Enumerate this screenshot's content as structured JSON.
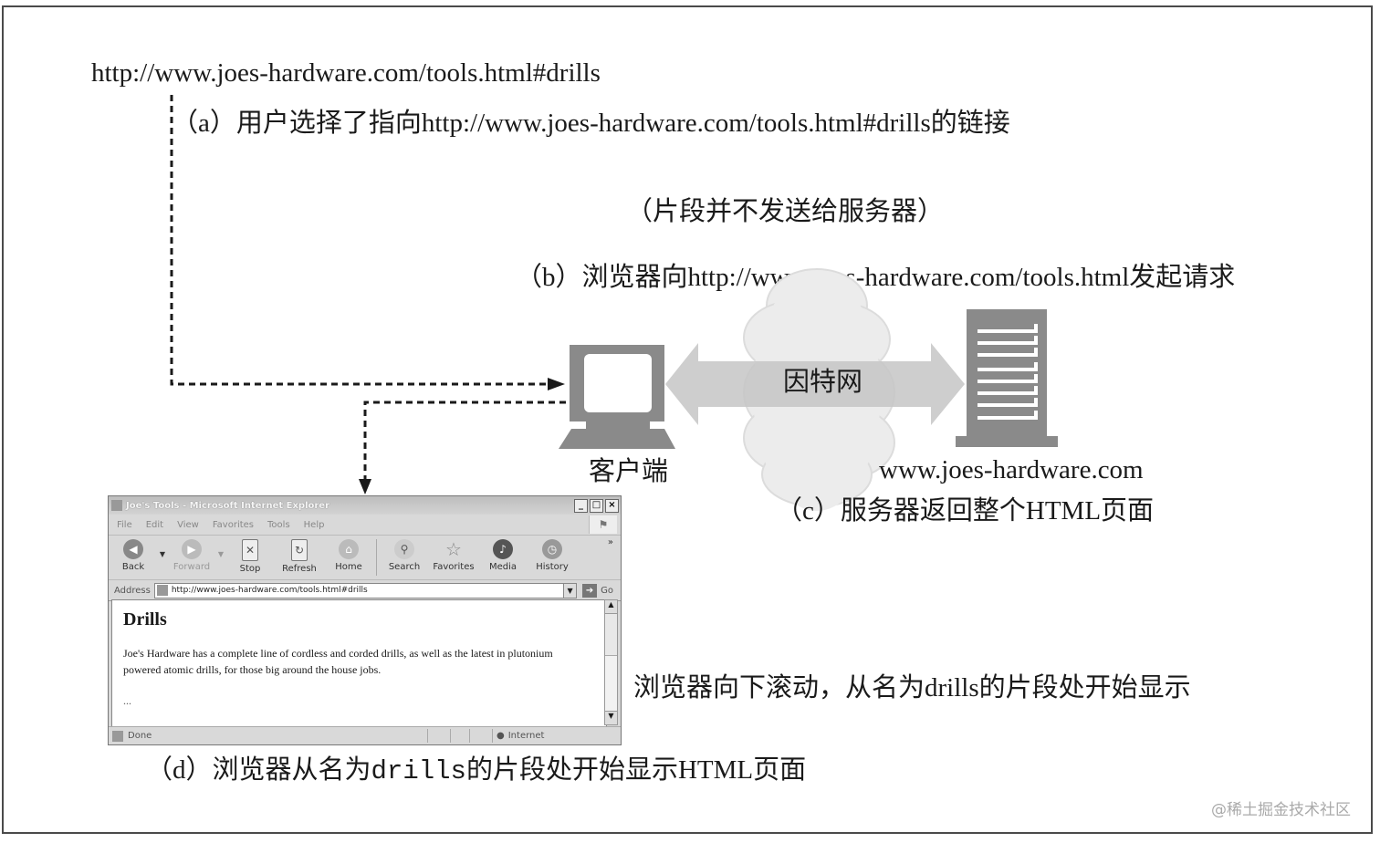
{
  "diagram": {
    "top_url": "http://www.joes-hardware.com/tools.html#drills",
    "step_a": "（a）用户选择了指向http://www.joes-hardware.com/tools.html#drills的链接",
    "fragment_note": "（片段并不发送给服务器）",
    "step_b": "（b）浏览器向http://www.joes-hardware.com/tools.html发起请求",
    "internet_label": "因特网",
    "client_label": "客户端",
    "server_label": "www.joes-hardware.com",
    "step_c": "（c）服务器返回整个HTML页面",
    "scroll_note": "浏览器向下滚动，从名为drills的片段处开始显示",
    "step_d_prefix": "（d）浏览器从名为",
    "step_d_code": "drills",
    "step_d_suffix": "的片段处开始显示HTML页面",
    "watermark": "@稀土掘金技术社区",
    "colors": {
      "icon_gray": "#8a8a8a",
      "arrow_gray": "#c6c6c6",
      "cloud": "#ececec",
      "dashed": "#1a1a1a"
    }
  },
  "browser": {
    "title": "Joe's Tools - Microsoft Internet Explorer",
    "window_buttons": [
      "_",
      "□",
      "×"
    ],
    "menu": [
      "File",
      "Edit",
      "View",
      "Favorites",
      "Tools",
      "Help"
    ],
    "toolbar": [
      {
        "label": "Back",
        "icon": "back-arrow-icon"
      },
      {
        "label": "Forward",
        "icon": "forward-arrow-icon"
      },
      {
        "label": "Stop",
        "icon": "stop-icon"
      },
      {
        "label": "Refresh",
        "icon": "refresh-icon"
      },
      {
        "label": "Home",
        "icon": "home-icon"
      },
      {
        "label": "Search",
        "icon": "search-icon"
      },
      {
        "label": "Favorites",
        "icon": "star-icon"
      },
      {
        "label": "Media",
        "icon": "media-icon"
      },
      {
        "label": "History",
        "icon": "history-icon"
      }
    ],
    "address_label": "Address",
    "address_value": "http://www.joes-hardware.com/tools.html#drills",
    "go_label": "Go",
    "page_heading": "Drills",
    "page_text": "Joe's Hardware has a complete line of cordless and corded drills, as well as the latest in plutonium powered atomic drills, for those big around the house jobs.",
    "page_ellipsis": "...",
    "status_left": "Done",
    "status_zone": "Internet"
  }
}
